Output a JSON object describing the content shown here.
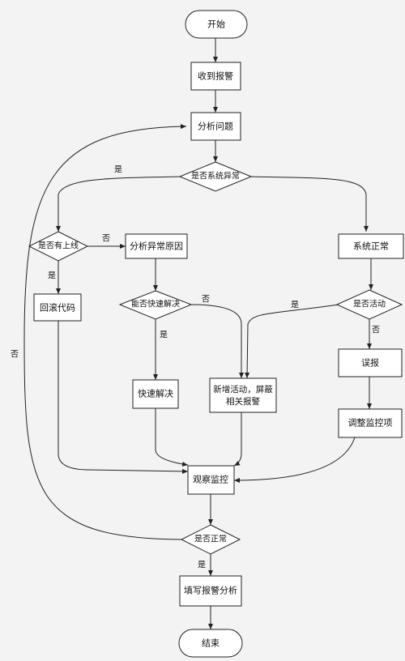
{
  "nodes": {
    "start": "开始",
    "receive": "收到报警",
    "analyze": "分析问题",
    "is_system_abnormal": "是否系统异常",
    "is_online": "是否有上线",
    "analyze_cause": "分析异常原因",
    "system_normal": "系统正常",
    "rollback": "回滚代码",
    "can_quick_fix": "能否快速解决",
    "is_activity": "是否活动",
    "quick_fix": "快速解决",
    "add_activity_line1": "新增活动，屏蔽",
    "add_activity_line2": "相关报警",
    "false_alarm": "误报",
    "adjust_monitor": "调整监控项",
    "observe": "观察监控",
    "is_normal": "是否正常",
    "fill_report": "填写报警分析",
    "end": "结束"
  },
  "edge_labels": {
    "abnormal_yes": "是",
    "online_no": "否",
    "online_yes": "是",
    "quickfix_no": "否",
    "quickfix_yes": "是",
    "activity_yes": "是",
    "activity_no": "否",
    "normal_no": "否",
    "normal_yes": "是"
  },
  "colors": {
    "background": "#f3f3f3",
    "box_fill": "#ffffff",
    "stroke": "#222222",
    "text": "#111111"
  }
}
